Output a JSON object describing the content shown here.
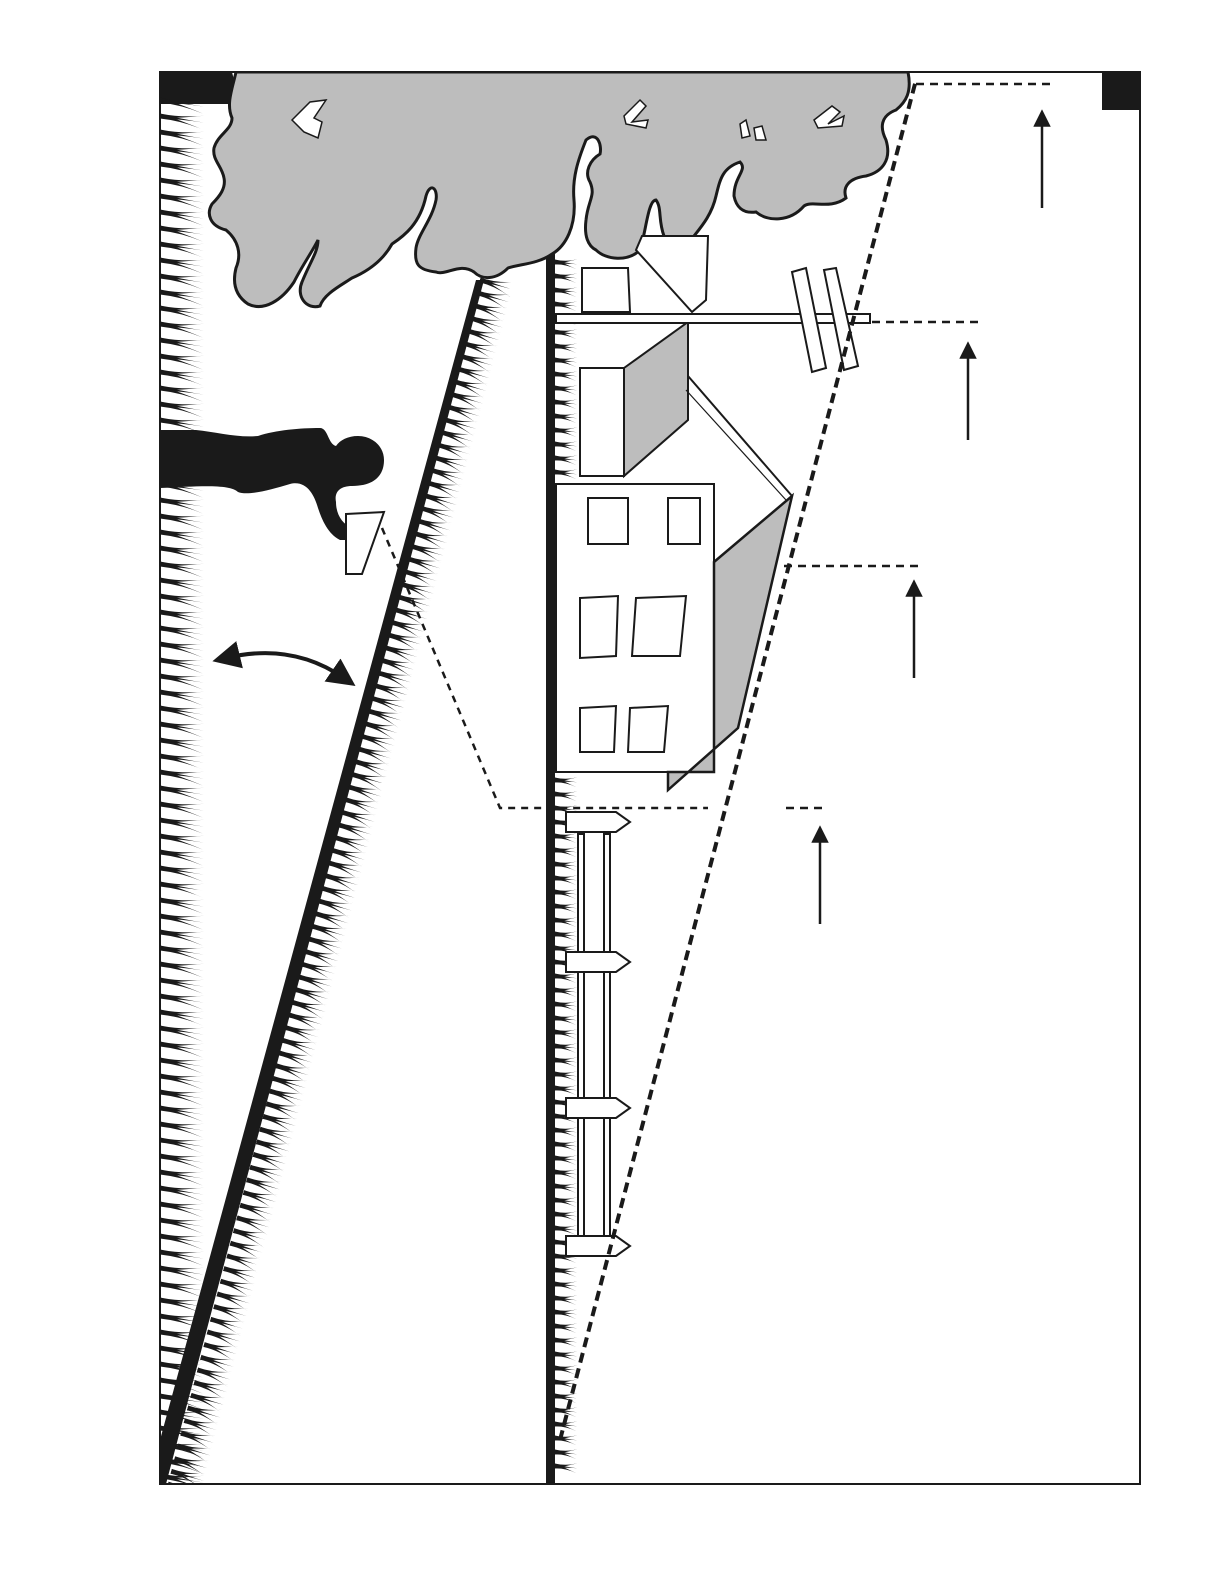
{
  "illustration": {
    "orientation": "rotated-90",
    "elements": [
      "tree",
      "person-silhouette",
      "handheld-meter",
      "sloped-ground",
      "house",
      "antenna",
      "fence",
      "sightline",
      "elevation-reference-lines",
      "up-arrows",
      "swing-arrow"
    ],
    "colors": {
      "ink": "#1a1a1a",
      "tree_fill": "#bdbdbd",
      "roof_fill": "#bdbdbd",
      "paper": "#ffffff"
    }
  }
}
